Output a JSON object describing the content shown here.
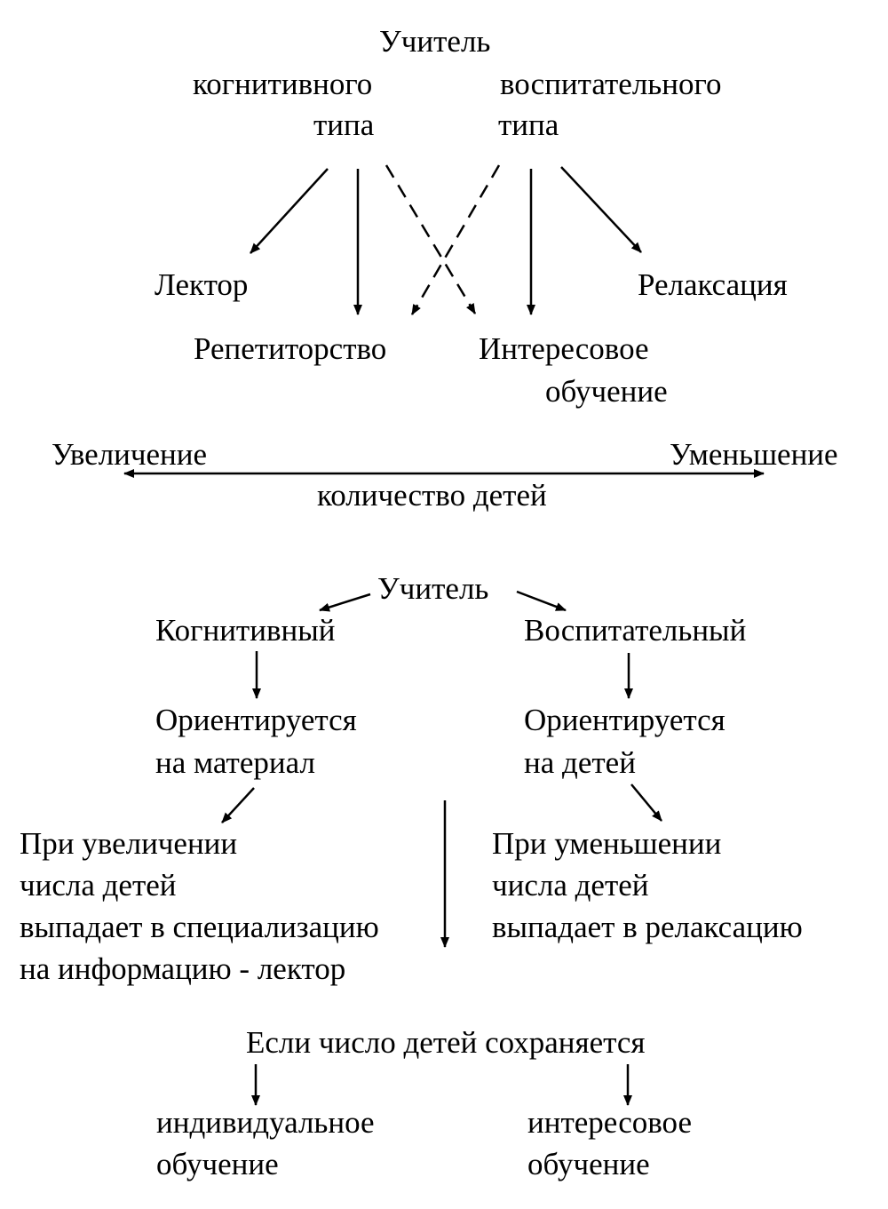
{
  "top": {
    "teacher": "Учитель",
    "cognitive_l1": "когнитивного",
    "cognitive_l2": "типа",
    "educational_l1": "воспитательного",
    "educational_l2": "типа",
    "lector": "Лектор",
    "tutoring": "Репетиторство",
    "interest_l1": "Интересовое",
    "interest_l2": "обучение",
    "relaxation": "Релаксация"
  },
  "axis": {
    "left_label": "Увеличение",
    "right_label": "Уменьшение",
    "caption": "количество детей"
  },
  "bottom": {
    "teacher": "Учитель",
    "cognitive": "Когнитивный",
    "educational": "Воспитательный",
    "orient_material_l1": "Ориентируется",
    "orient_material_l2": "на материал",
    "orient_children_l1": "Ориентируется",
    "orient_children_l2": "на детей",
    "increase_l1": "При увеличении",
    "increase_l2": "числа детей",
    "increase_l3": "выпадает в специализацию",
    "increase_l4": "на информацию - лектор",
    "decrease_l1": "При уменьшении",
    "decrease_l2": "числа детей",
    "decrease_l3": "выпадает в релаксацию",
    "preserved": "Если число детей сохраняется",
    "individual_l1": "индивидуальное",
    "individual_l2": "обучение",
    "interest_l1": "интересовое",
    "interest_l2": "обучение"
  }
}
